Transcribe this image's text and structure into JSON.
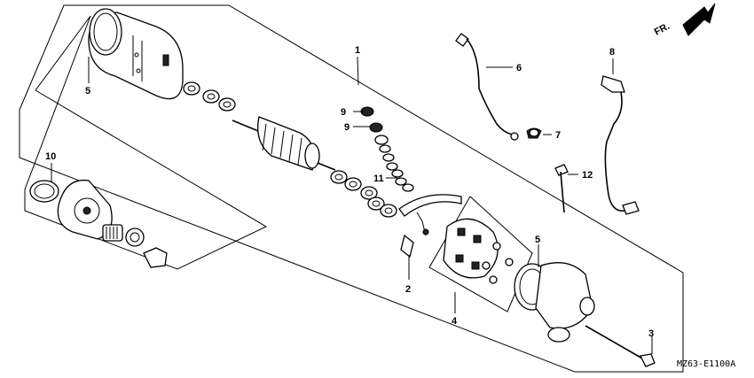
{
  "diagram": {
    "drawing_code": "MZ63-E1100A",
    "direction_label": "FR.",
    "callouts": [
      {
        "id": "label-1",
        "text": "1"
      },
      {
        "id": "label-2",
        "text": "2"
      },
      {
        "id": "label-3",
        "text": "3"
      },
      {
        "id": "label-4",
        "text": "4"
      },
      {
        "id": "label-5a",
        "text": "5"
      },
      {
        "id": "label-5b",
        "text": "5"
      },
      {
        "id": "label-6",
        "text": "6"
      },
      {
        "id": "label-7",
        "text": "7"
      },
      {
        "id": "label-8",
        "text": "8"
      },
      {
        "id": "label-9a",
        "text": "9"
      },
      {
        "id": "label-9b",
        "text": "9"
      },
      {
        "id": "label-10",
        "text": "10"
      },
      {
        "id": "label-11",
        "text": "11"
      },
      {
        "id": "label-12",
        "text": "12"
      }
    ]
  }
}
